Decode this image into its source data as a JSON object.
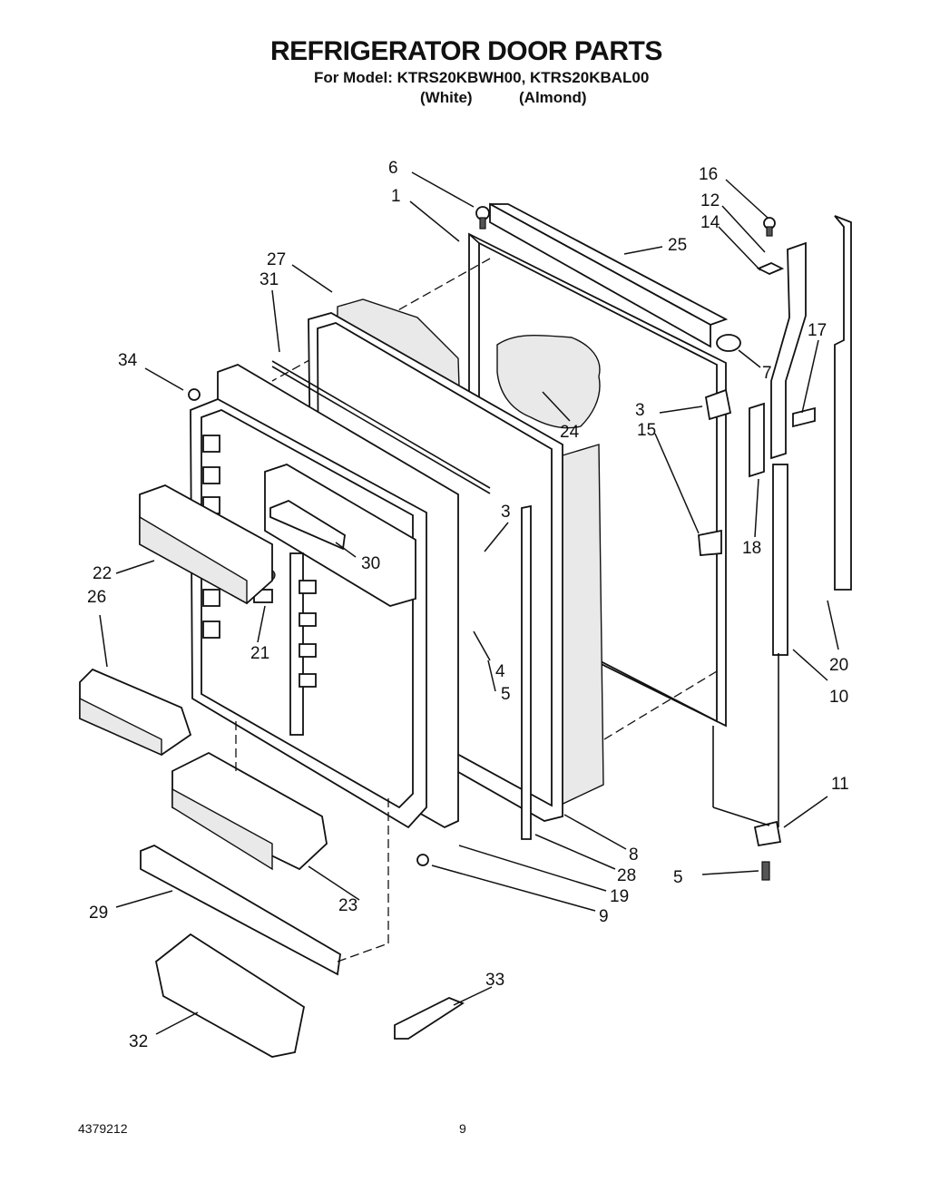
{
  "header": {
    "title": "REFRIGERATOR DOOR PARTS",
    "model_line": "For Model: KTRS20KBWH00, KTRS20KBAL00",
    "color_white": "(White)",
    "color_almond": "(Almond)"
  },
  "footer": {
    "doc_number": "4379212",
    "page_number": "9"
  },
  "callouts": [
    {
      "id": "c6",
      "text": "6"
    },
    {
      "id": "c1",
      "text": "1"
    },
    {
      "id": "c25",
      "text": "25"
    },
    {
      "id": "c16",
      "text": "16"
    },
    {
      "id": "c12",
      "text": "12"
    },
    {
      "id": "c14",
      "text": "14"
    },
    {
      "id": "c27",
      "text": "27"
    },
    {
      "id": "c31",
      "text": "31"
    },
    {
      "id": "c17",
      "text": "17"
    },
    {
      "id": "c34",
      "text": "34"
    },
    {
      "id": "c7",
      "text": "7"
    },
    {
      "id": "c24",
      "text": "24"
    },
    {
      "id": "c3a",
      "text": "3"
    },
    {
      "id": "c15",
      "text": "15"
    },
    {
      "id": "c3b",
      "text": "3"
    },
    {
      "id": "c22",
      "text": "22"
    },
    {
      "id": "c30",
      "text": "30"
    },
    {
      "id": "c18",
      "text": "18"
    },
    {
      "id": "c26",
      "text": "26"
    },
    {
      "id": "c21",
      "text": "21"
    },
    {
      "id": "c4",
      "text": "4"
    },
    {
      "id": "c20",
      "text": "20"
    },
    {
      "id": "c5a",
      "text": "5"
    },
    {
      "id": "c10",
      "text": "10"
    },
    {
      "id": "c11",
      "text": "11"
    },
    {
      "id": "c8",
      "text": "8"
    },
    {
      "id": "c28",
      "text": "28"
    },
    {
      "id": "c5b",
      "text": "5"
    },
    {
      "id": "c19",
      "text": "19"
    },
    {
      "id": "c29",
      "text": "29"
    },
    {
      "id": "c23",
      "text": "23"
    },
    {
      "id": "c9",
      "text": "9"
    },
    {
      "id": "c33",
      "text": "33"
    },
    {
      "id": "c32",
      "text": "32"
    }
  ]
}
